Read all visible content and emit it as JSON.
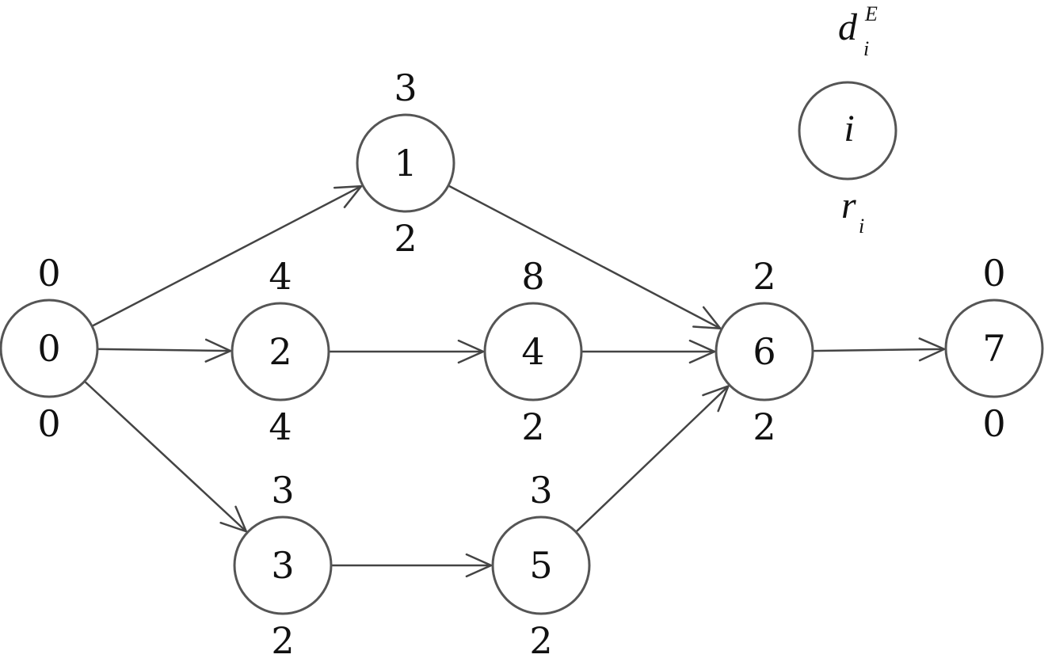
{
  "nodes": [
    {
      "id": "0",
      "top": "0",
      "bottom": "0"
    },
    {
      "id": "1",
      "top": "3",
      "bottom": "2"
    },
    {
      "id": "2",
      "top": "4",
      "bottom": "4"
    },
    {
      "id": "3",
      "top": "3",
      "bottom": "2"
    },
    {
      "id": "4",
      "top": "8",
      "bottom": "2"
    },
    {
      "id": "5",
      "top": "3",
      "bottom": "2"
    },
    {
      "id": "6",
      "top": "2",
      "bottom": "2"
    },
    {
      "id": "7",
      "top": "0",
      "bottom": "0"
    }
  ],
  "edges": [
    {
      "from": "0",
      "to": "1"
    },
    {
      "from": "0",
      "to": "2"
    },
    {
      "from": "0",
      "to": "3"
    },
    {
      "from": "1",
      "to": "6"
    },
    {
      "from": "2",
      "to": "4"
    },
    {
      "from": "3",
      "to": "5"
    },
    {
      "from": "4",
      "to": "6"
    },
    {
      "from": "5",
      "to": "6"
    },
    {
      "from": "6",
      "to": "7"
    }
  ],
  "legend": {
    "node_label": "i",
    "top_label_main": "d",
    "top_label_sup": "E",
    "top_label_sub": "i",
    "bottom_label_main": "r",
    "bottom_label_sub": "i"
  }
}
